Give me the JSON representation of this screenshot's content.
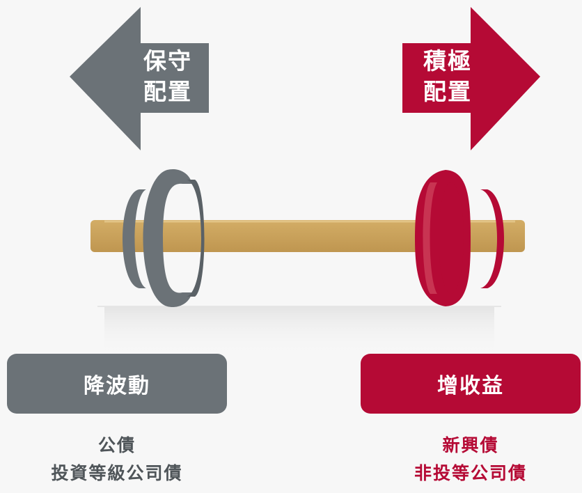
{
  "colors": {
    "conservative": "#6b7277",
    "aggressive": "#b50a35",
    "bar": "#c9a25a",
    "background": "#f7f7f7"
  },
  "left": {
    "arrow_line1": "保守",
    "arrow_line2": "配置",
    "pill_label": "降波動",
    "caption_line1": "公債",
    "caption_line2": "投資等級公司債"
  },
  "right": {
    "arrow_line1": "積極",
    "arrow_line2": "配置",
    "pill_label": "增收益",
    "caption_line1": "新興債",
    "caption_line2": "非投等公司債"
  }
}
